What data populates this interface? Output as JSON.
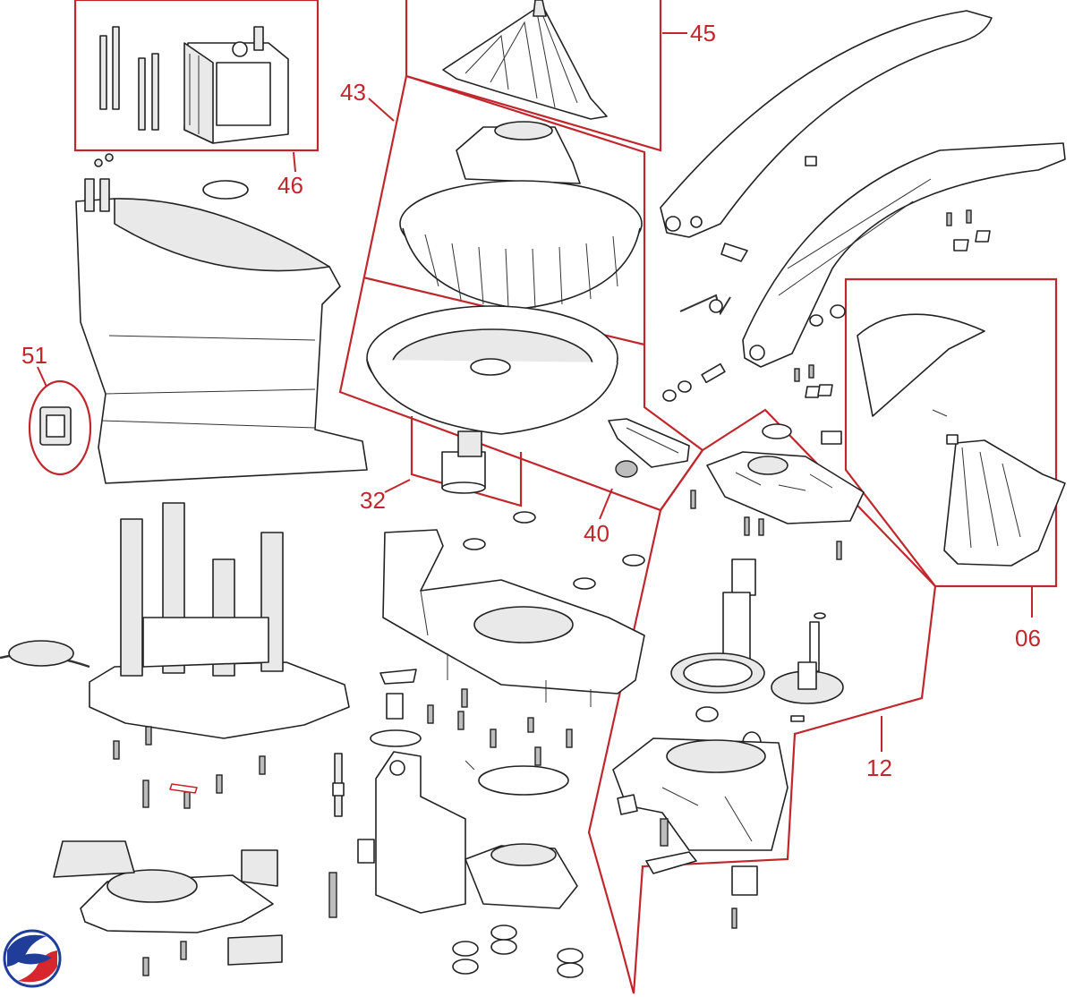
{
  "callouts": [
    {
      "id": "c45",
      "label": "45"
    },
    {
      "id": "c43",
      "label": "43"
    },
    {
      "id": "c46",
      "label": "46"
    },
    {
      "id": "c51",
      "label": "51"
    },
    {
      "id": "c32",
      "label": "32"
    },
    {
      "id": "c40",
      "label": "40"
    },
    {
      "id": "c06",
      "label": "06"
    },
    {
      "id": "c12",
      "label": "12"
    }
  ],
  "colors": {
    "callout": "#c0272d",
    "line_art": "#222222",
    "logo_blue": "#1f3d99",
    "logo_red": "#d8262e"
  },
  "logo": {
    "icon": "brand-swirl-logo"
  }
}
